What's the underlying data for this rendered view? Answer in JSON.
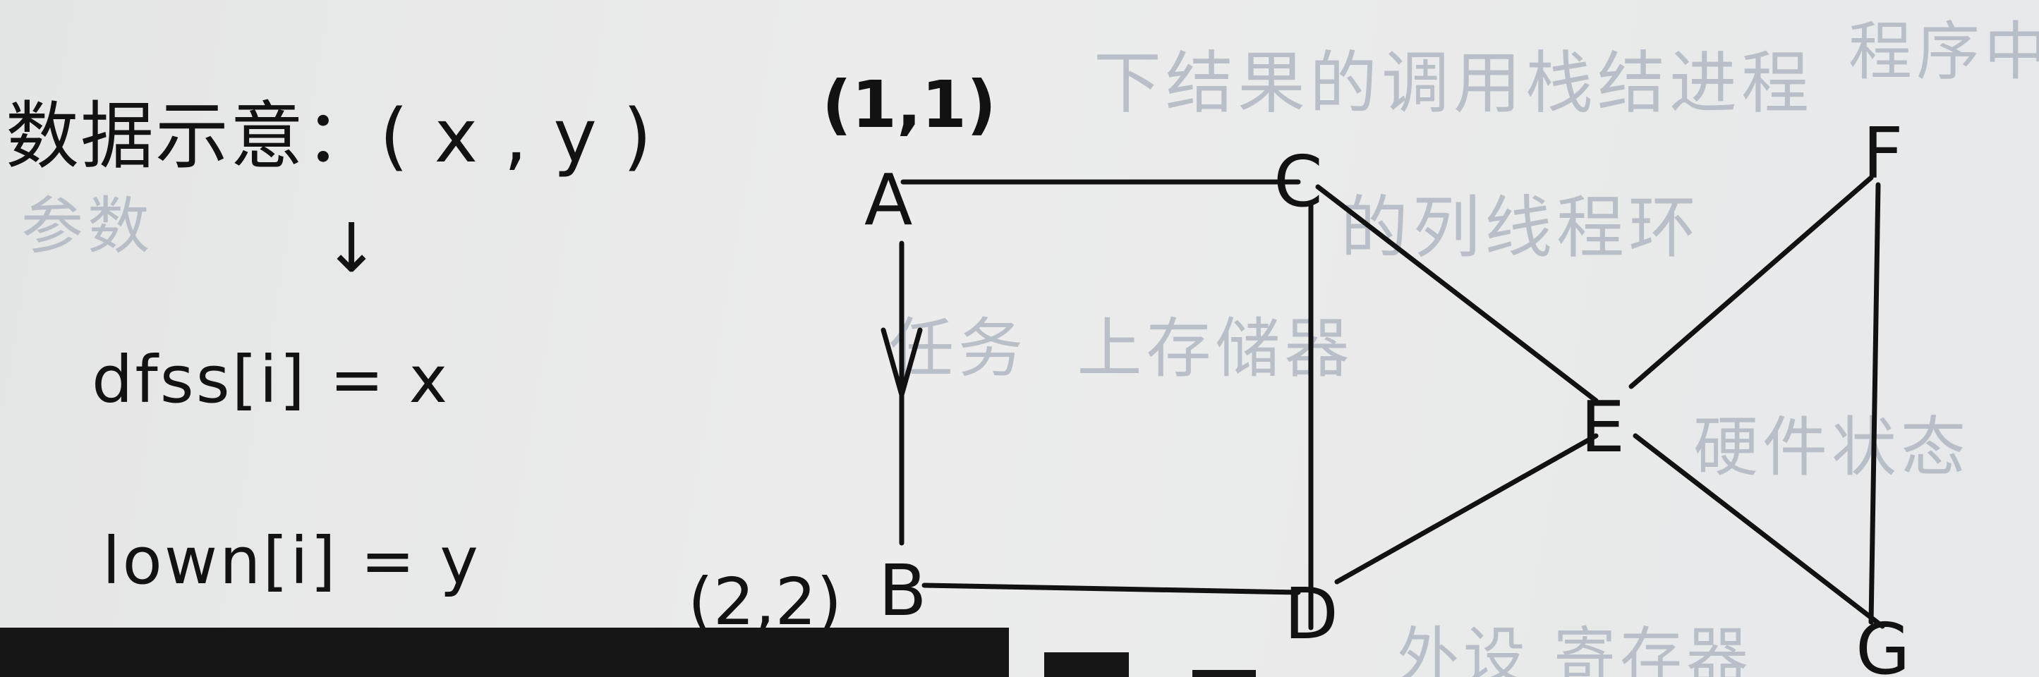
{
  "notes": {
    "title": "数据示意：( x , y )",
    "arrow": "↓",
    "dfs_line": "dfss[i] = x",
    "low_line": "lown[i] = y"
  },
  "graph": {
    "nodes": [
      {
        "id": "A",
        "label": "A"
      },
      {
        "id": "B",
        "label": "B"
      },
      {
        "id": "C",
        "label": "C"
      },
      {
        "id": "D",
        "label": "D"
      },
      {
        "id": "E",
        "label": "E"
      },
      {
        "id": "F",
        "label": "F"
      },
      {
        "id": "G",
        "label": "G"
      }
    ],
    "edges": [
      {
        "from": "A",
        "to": "C",
        "directed": false
      },
      {
        "from": "A",
        "to": "B",
        "directed": true
      },
      {
        "from": "B",
        "to": "D",
        "directed": false
      },
      {
        "from": "C",
        "to": "D",
        "directed": false
      },
      {
        "from": "C",
        "to": "E",
        "directed": false
      },
      {
        "from": "D",
        "to": "E",
        "directed": false
      },
      {
        "from": "E",
        "to": "F",
        "directed": false
      },
      {
        "from": "E",
        "to": "G",
        "directed": false
      },
      {
        "from": "F",
        "to": "G",
        "directed": false
      }
    ],
    "annotations": {
      "A": "(1,1)",
      "B": "(2,2)"
    }
  }
}
